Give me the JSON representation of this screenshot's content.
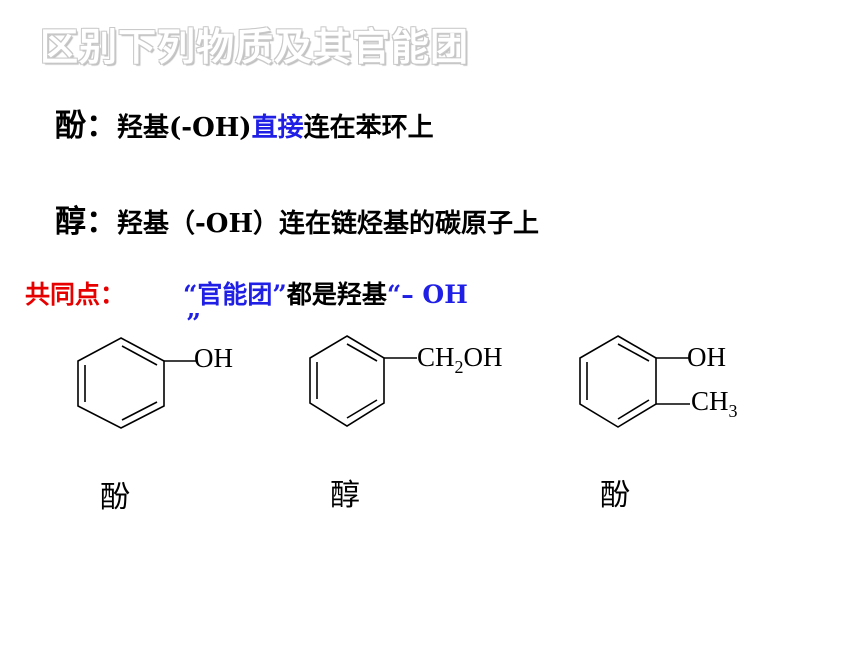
{
  "title": "区别下列物质及其官能团",
  "phenol_def": {
    "term": "酚",
    "colon": "：",
    "text_a": "羟基(-OH)",
    "text_highlight": "直接",
    "text_b": "连在苯环上"
  },
  "alcohol_def": {
    "term": "醇",
    "colon": "：",
    "text": "羟基（-OH）连在链烃基的碳原子上"
  },
  "common": {
    "label": "共同点：",
    "quote_open": "“",
    "group_name": "官能团",
    "quote_close": "”",
    "text": "都是羟基",
    "oh_open": "“",
    "oh": "– OH",
    "oh_close": "”"
  },
  "structures": [
    {
      "label": "OH",
      "caption": "酚"
    },
    {
      "label_main": "CH",
      "label_sub": "2",
      "label_tail": "OH",
      "caption": "醇"
    },
    {
      "label_top": "OH",
      "label_bottom_main": "CH",
      "label_bottom_sub": "3",
      "caption": "酚"
    }
  ],
  "colors": {
    "highlight": "#1f1fe6",
    "label": "#e60000"
  }
}
